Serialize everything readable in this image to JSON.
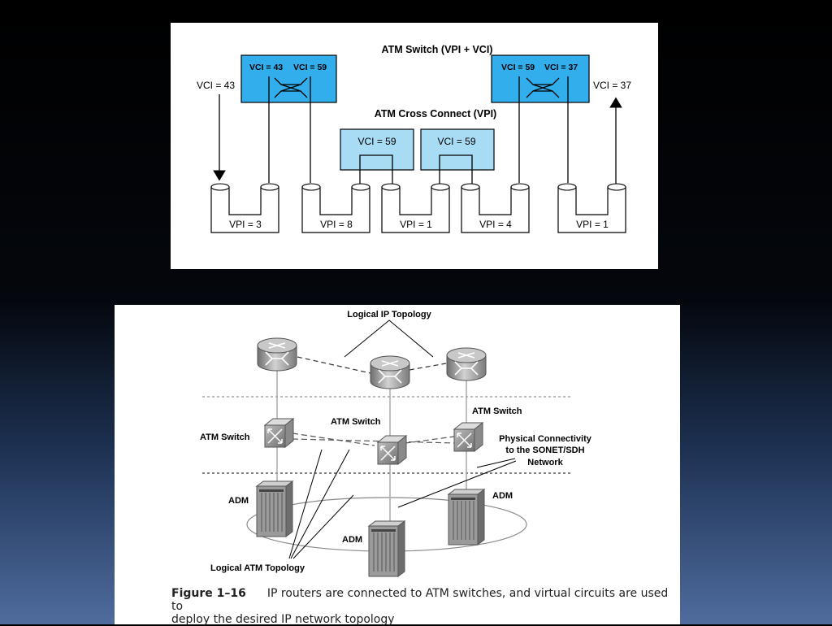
{
  "atm_diagram": {
    "title_switch": "ATM Switch (VPI + VCI)",
    "title_cross": "ATM Cross Connect (VPI)",
    "switch_left": {
      "vci_in": "VCI = 43",
      "vci_out": "VCI = 59"
    },
    "switch_right": {
      "vci_in": "VCI = 59",
      "vci_out": "VCI = 37"
    },
    "cross_left": "VCI = 59",
    "cross_right": "VCI = 59",
    "in_label": "VCI = 43",
    "out_label": "VCI = 37",
    "vpi_labels": [
      "VPI = 3",
      "VPI = 8",
      "VPI = 1",
      "VPI = 4",
      "VPI = 1"
    ]
  },
  "ip_diagram": {
    "logical_ip_topology": "Logical IP Topology",
    "atm_switch_left": "ATM Switch",
    "atm_switch_center": "ATM Switch",
    "atm_switch_right": "ATM Switch",
    "physical_connectivity": [
      "Physical Connectivity",
      "to the SONET/SDH",
      "Network"
    ],
    "adm_left": "ADM",
    "adm_center": "ADM",
    "adm_right": "ADM",
    "logical_atm_topology": "Logical ATM Topology",
    "figure_label": "Figure 1–16",
    "caption_line1": "IP routers are connected to ATM switches, and virtual circuits are used to",
    "caption_line2": "deploy the desired IP network topology"
  }
}
